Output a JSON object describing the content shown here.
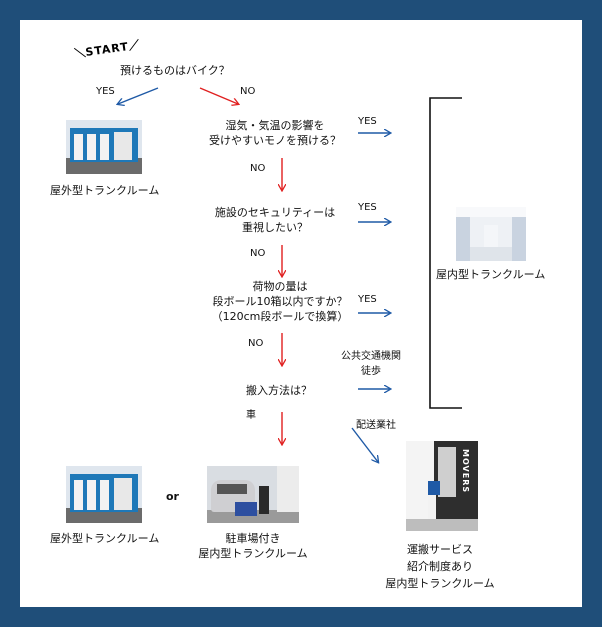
{
  "start": "START",
  "q1": "預けるものはバイク？",
  "q1_yes": "YES",
  "q1_no": "NO",
  "outdoor_label": "屋外型トランクルーム",
  "q2_line1": "湿気・気温の影響を",
  "q2_line2": "受けやすいモノを預ける？",
  "q2_yes": "YES",
  "q2_no": "NO",
  "q3_line1": "施設のセキュリティーは",
  "q3_line2": "重視したい？",
  "q3_yes": "YES",
  "q3_no": "NO",
  "q4_line1": "荷物の量は",
  "q4_line2": "段ボール10箱以内ですか？",
  "q4_line3": "（120cm段ボールで換算）",
  "q4_yes": "YES",
  "q4_no": "NO",
  "indoor_label": "屋内型トランクルーム",
  "q5": "搬入方法は？",
  "q5_public_line1": "公共交通機関",
  "q5_public_line2": "徒歩",
  "q5_car": "車",
  "q5_delivery": "配送業社",
  "or_text": "or",
  "outdoor_label2": "屋外型トランクルーム",
  "parking_line1": "駐車場付き",
  "parking_line2": "屋内型トランクルーム",
  "moving_line1": "運搬サービス",
  "moving_line2": "紹介制度あり",
  "moving_line3": "屋内型トランクルーム",
  "truck_sign": "MOVERS",
  "colors": {
    "frame": "#1f4e79",
    "yes_arrow": "#1f5aa6",
    "no_arrow": "#e02020"
  }
}
